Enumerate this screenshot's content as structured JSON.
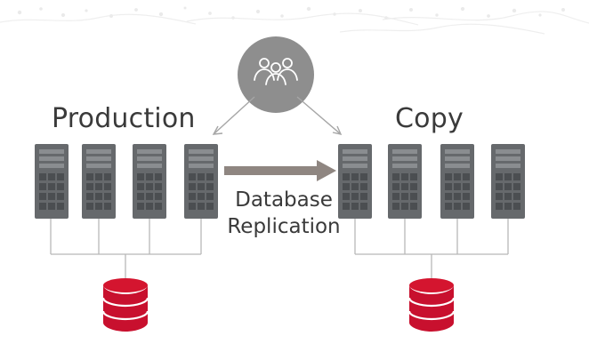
{
  "diagram": {
    "production_label": "Production",
    "copy_label": "Copy",
    "replication_label": {
      "line1": "Database",
      "line2": "Replication"
    },
    "users_icon": "users-group-icon",
    "server_icon": "server-rack-icon",
    "database_icon": "database-icon",
    "colors": {
      "server_fill": "#66696c",
      "server_dark": "#4b4e51",
      "server_grid": "#8a8d90",
      "connector_line": "#b8b8b8",
      "replication_arrow": "#8f8681",
      "user_circle": "#8e8e8e",
      "database_red": "#c8102e",
      "background_texture": "#e8e8e8",
      "text": "#3a3a3a"
    },
    "groups": [
      {
        "name": "production",
        "server_count": 4
      },
      {
        "name": "copy",
        "server_count": 4
      }
    ]
  }
}
